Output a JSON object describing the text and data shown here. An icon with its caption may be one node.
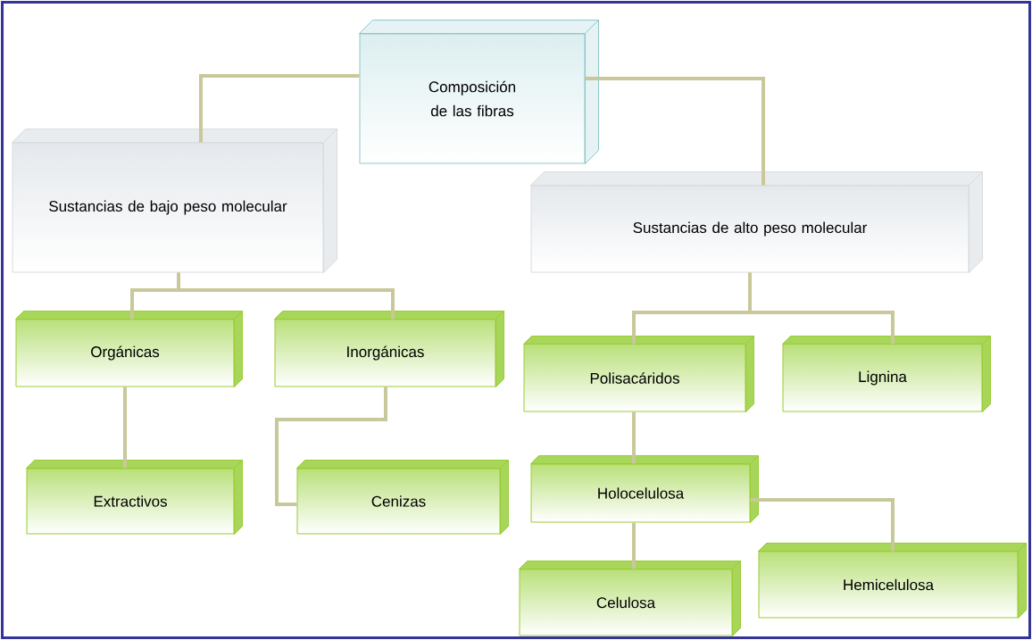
{
  "diagram": {
    "nodes": [
      {
        "text": [
          "Composición de las fibras"
        ]
      },
      {
        "text": [
          "Sustancias de bajo peso molecular"
        ]
      },
      {
        "text": [
          "Sustancias de alto peso molecular"
        ]
      },
      {
        "text": [
          "Orgánicas"
        ]
      },
      {
        "text": [
          "Inorgánicas"
        ]
      },
      {
        "text": [
          "Polisacáridos"
        ]
      },
      {
        "text": [
          "Lignina"
        ]
      },
      {
        "text": [
          "Extractivos"
        ]
      },
      {
        "text": [
          "Cenizas"
        ]
      },
      {
        "text": [
          "Holocelulosa"
        ]
      },
      {
        "text": [
          "Celulosa"
        ]
      },
      {
        "text": [
          "Hemicelulosa"
        ]
      }
    ],
    "edges": [
      {
        "from": 0,
        "to": 1,
        "arrow": "none"
      },
      {
        "from": 0,
        "to": 2,
        "arrow": "none"
      },
      {
        "from": 1,
        "to": 3,
        "arrow": "none"
      },
      {
        "from": 1,
        "to": 4,
        "arrow": "none"
      },
      {
        "from": 3,
        "to": 7,
        "arrow": "none"
      },
      {
        "from": 4,
        "to": 8,
        "arrow": "none"
      },
      {
        "from": 2,
        "to": 5,
        "arrow": "none"
      },
      {
        "from": 2,
        "to": 6,
        "arrow": "none"
      },
      {
        "from": 5,
        "to": 9,
        "arrow": "none"
      },
      {
        "from": 9,
        "to": 10,
        "arrow": "none"
      },
      {
        "from": 9,
        "to": 11,
        "arrow": "none"
      }
    ]
  }
}
